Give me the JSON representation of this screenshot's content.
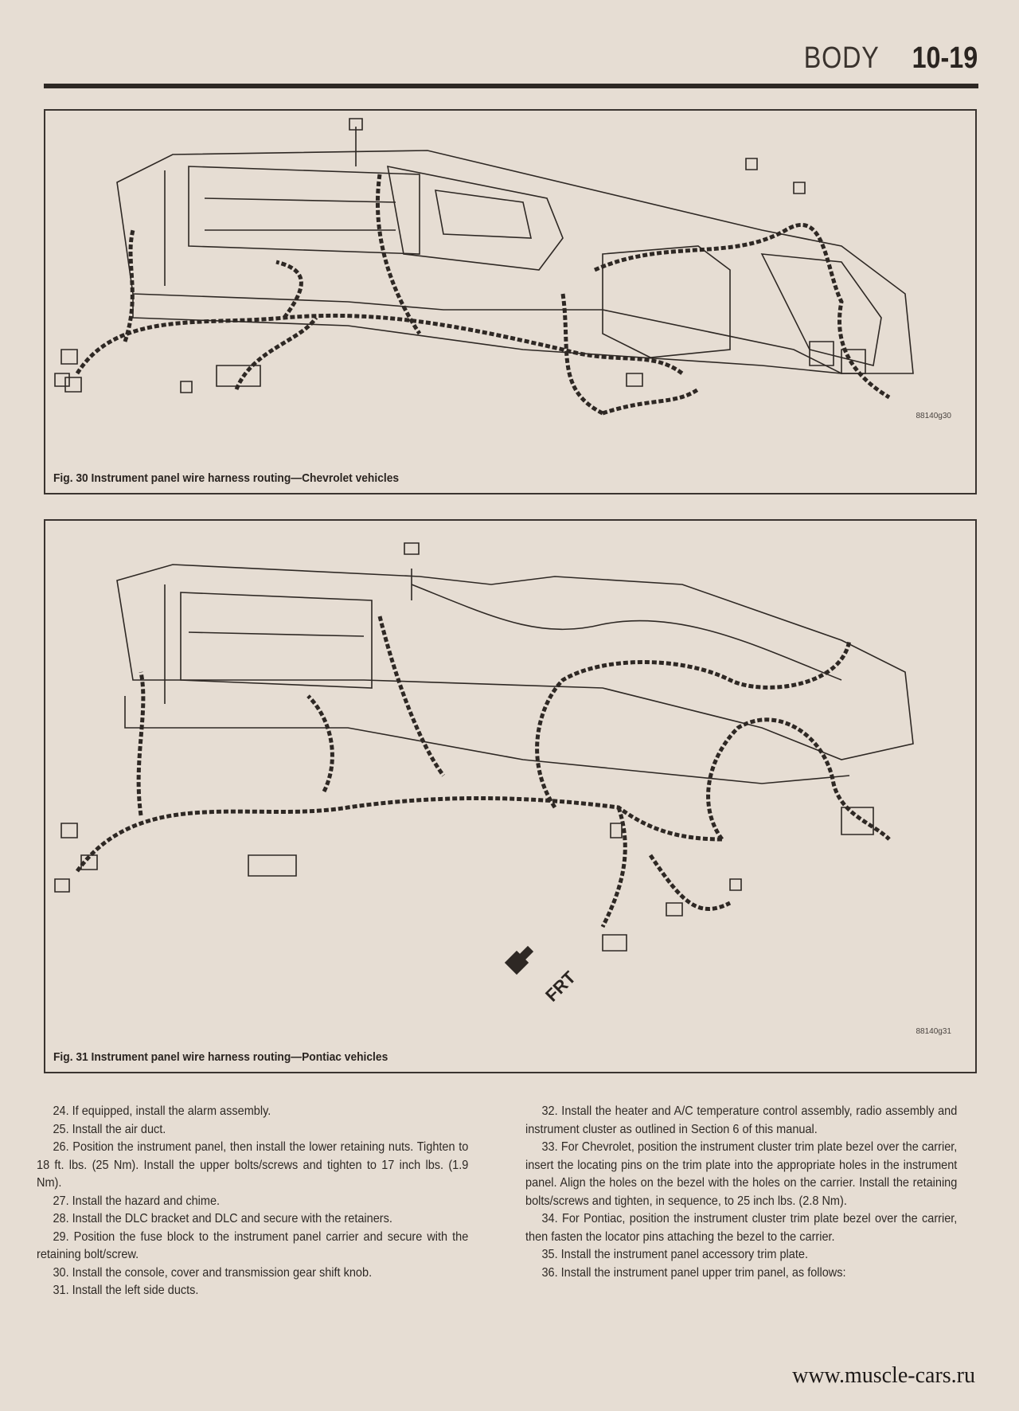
{
  "header": {
    "section": "BODY",
    "page": "10-19"
  },
  "figures": [
    {
      "caption": "Fig. 30 Instrument panel wire harness routing—Chevrolet vehicles",
      "id": "88140g30"
    },
    {
      "caption": "Fig. 31 Instrument panel wire harness routing—Pontiac vehicles",
      "id": "88140g31",
      "direction_label": "FRT"
    }
  ],
  "steps_left": [
    "24. If equipped, install the alarm assembly.",
    "25. Install the air duct.",
    "26. Position the instrument panel, then install the lower retaining nuts. Tighten to 18 ft. lbs. (25 Nm). Install the upper bolts/screws and tighten to 17 inch lbs. (1.9 Nm).",
    "27. Install the hazard and chime.",
    "28. Install the DLC bracket and DLC and secure with the retainers.",
    "29. Position the fuse block to the instrument panel carrier and secure with the retaining bolt/screw.",
    "30. Install the console, cover and transmission gear shift knob.",
    "31. Install the left side ducts."
  ],
  "steps_right": [
    "32. Install the heater and A/C temperature control assembly, radio assembly and instrument cluster as outlined in Section 6 of this manual.",
    "33. For Chevrolet, position the instrument cluster trim plate bezel over the carrier, insert the locating pins on the trim plate into the appropriate holes in the instrument panel. Align the holes on the bezel with the holes on the carrier. Install the retaining bolts/screws and tighten, in sequence, to 25 inch lbs. (2.8 Nm).",
    "34. For Pontiac, position the instrument cluster trim plate bezel over the carrier, then fasten the locator pins attaching the bezel to the carrier.",
    "35. Install the instrument panel accessory trim plate.",
    "36. Install the instrument panel upper trim panel, as follows:"
  ],
  "watermark": "www.muscle-cars.ru"
}
